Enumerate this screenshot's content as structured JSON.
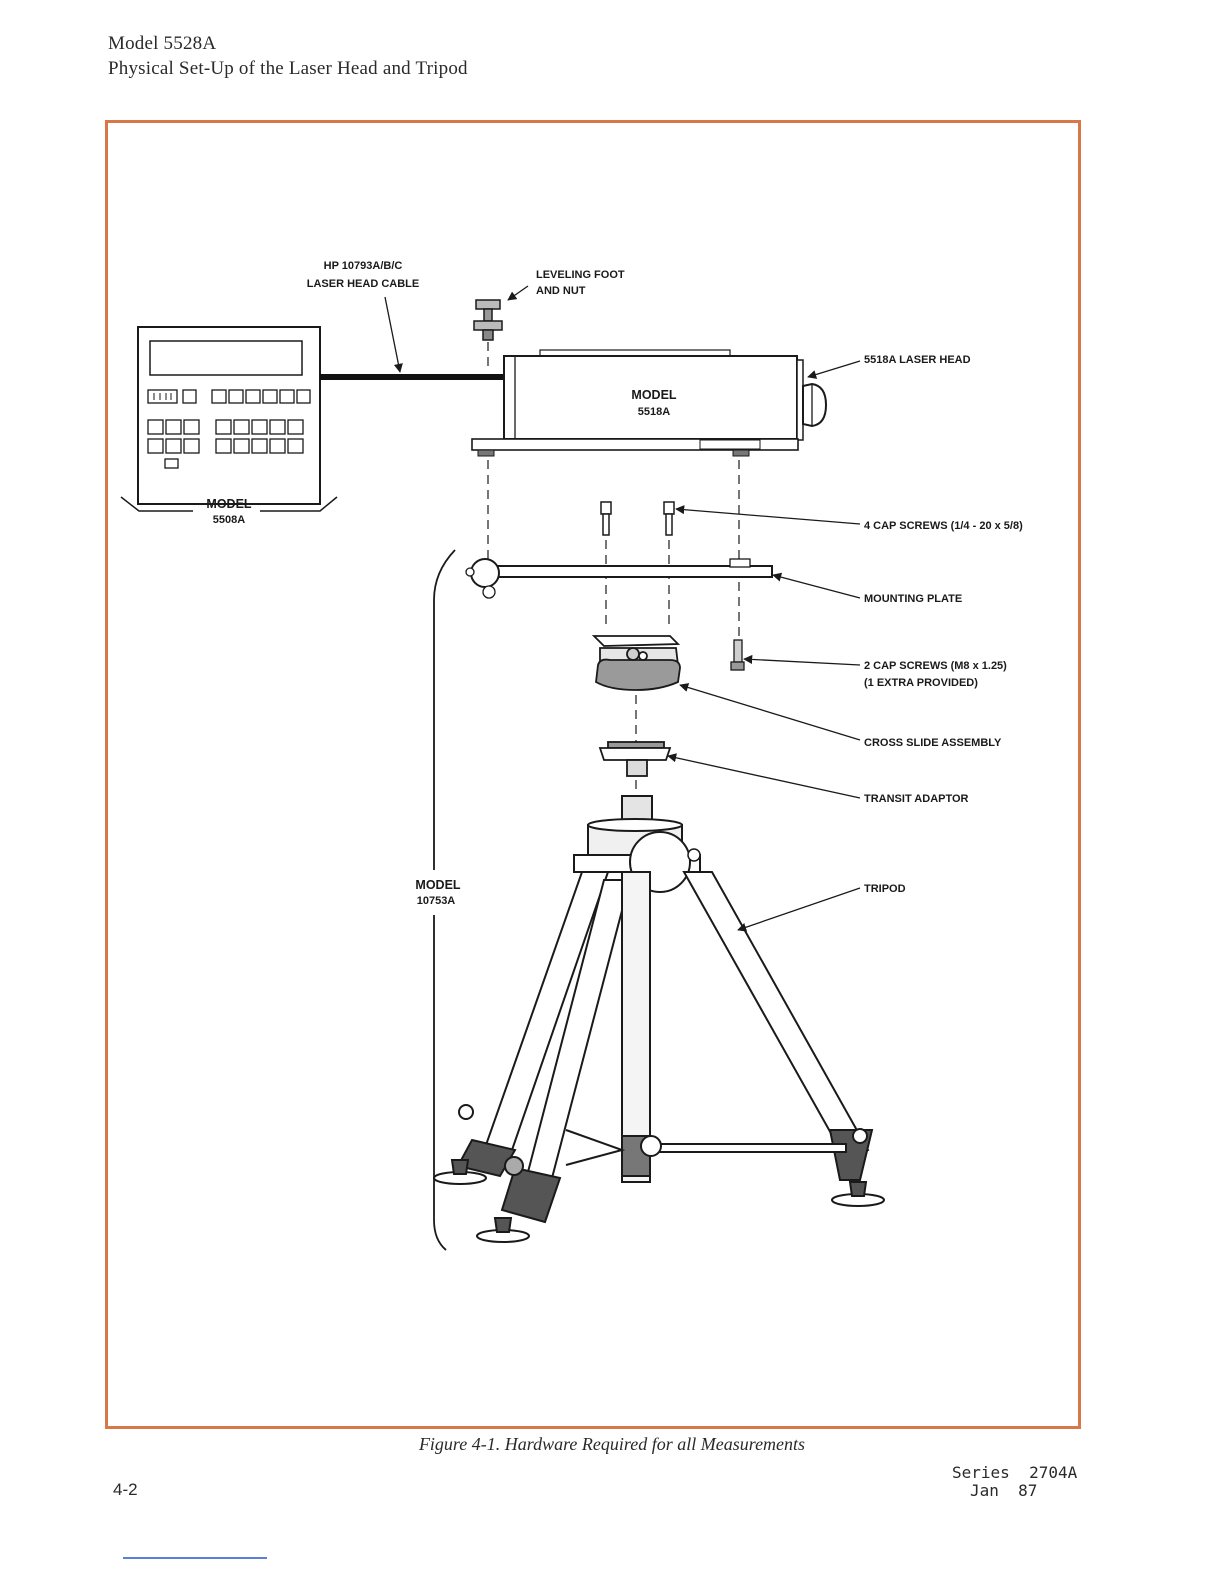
{
  "header": {
    "model": "Model 5528A",
    "title": "Physical Set-Up of the Laser Head and Tripod"
  },
  "figure": {
    "caption": "Figure 4-1. Hardware Required for all Measurements",
    "callouts": {
      "cable_line1": "HP 10793A/B/C",
      "cable_line2": "LASER HEAD CABLE",
      "foot_line1": "LEVELING FOOT",
      "foot_line2": "AND NUT",
      "laser_head": "5518A LASER HEAD",
      "cap_screws_4": "4 CAP SCREWS (1/4 - 20 x 5/8)",
      "mounting_plate": "MOUNTING PLATE",
      "cap_screws_2_line1": "2 CAP SCREWS (M8 x 1.25)",
      "cap_screws_2_line2": "(1 EXTRA PROVIDED)",
      "cross_slide": "CROSS SLIDE ASSEMBLY",
      "transit_adaptor": "TRANSIT ADAPTOR",
      "tripod": "TRIPOD"
    },
    "model_labels": {
      "display_word": "MODEL",
      "display_num": "5508A",
      "head_word": "MODEL",
      "head_num": "5518A",
      "tripod_word": "MODEL",
      "tripod_num": "10753A"
    }
  },
  "footer": {
    "page_number": "4-2",
    "series": "Series  2704A",
    "date": "Jan  87"
  },
  "colors": {
    "frame_border": "#d9774a",
    "footer_rule": "#5b7fd8"
  }
}
